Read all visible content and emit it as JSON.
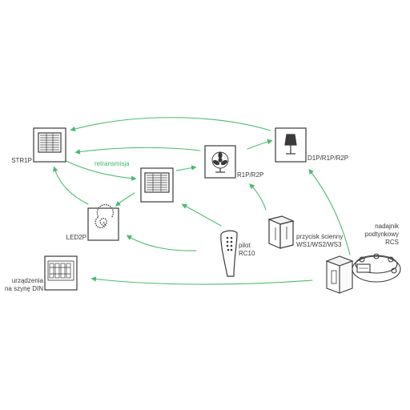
{
  "labels": {
    "str1p": "STR1P",
    "retransmission": "retransmisja",
    "r1p_r2p": "R1P/R2P",
    "d1p_r1p_r2p": "D1P/R1P/R2P",
    "led2p": "LED2P",
    "pilot_line1": "pilot",
    "pilot_line2": "RC10",
    "wall_switch_line1": "przycisk ścienny",
    "wall_switch_line2": "WS1/WS2/WS3",
    "transmitter_line1": "nadajnik",
    "transmitter_line2": "podtynkowy",
    "transmitter_line3": "RCS",
    "din_line1": "urządzenia",
    "din_line2": "na szynę DIN"
  },
  "colors": {
    "arrow": "#4cbb6f",
    "outline": "#3a3a3a",
    "text": "#3a3a3a",
    "label_green": "#3fb46a"
  }
}
